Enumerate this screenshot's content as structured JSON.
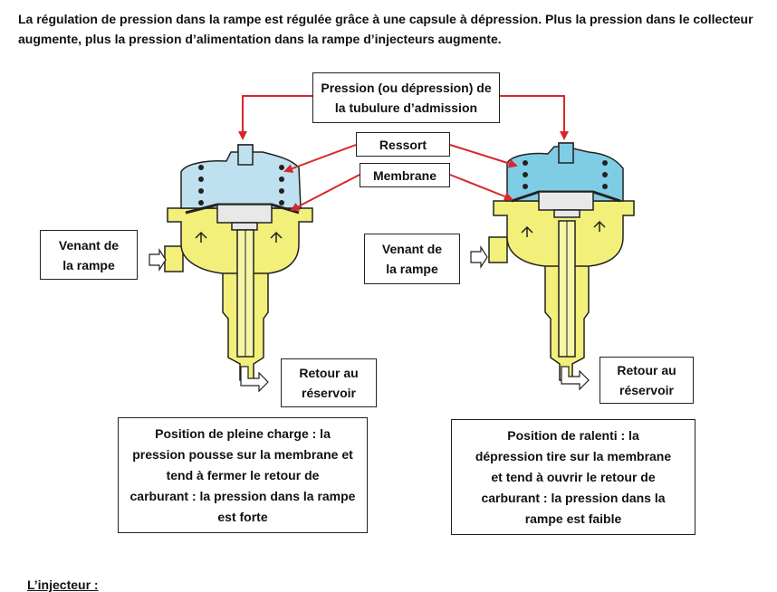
{
  "intro_text": "La régulation de pression dans la rampe est régulée grâce à une capsule à dépression. Plus la pression dans le collecteur augmente, plus la pression d’alimentation dans la rampe d’injecteurs augmente.",
  "labels": {
    "pression": "Pression (ou dépression) de\nla tubulure d’admission",
    "ressort": "Ressort",
    "membrane": "Membrane",
    "venant_left": "Venant de\nla rampe",
    "venant_right": "Venant de\nla rampe",
    "retour_left": "Retour au\nréservoir",
    "retour_right": "Retour au\nréservoir"
  },
  "captions": {
    "left": "Position de pleine charge : la\npression pousse sur la membrane et\ntend à fermer le retour de\ncarburant : la pression dans la rampe\nest forte",
    "right": "Position de ralenti : la\ndépression tire sur la membrane\net tend à ouvrir le retour de\ncarburant : la pression dans la\nrampe est faible"
  },
  "footer_text": "L’injecteur :",
  "colors": {
    "arrow_red": "#d8272b",
    "capsule_top_left": "#bfe1ef",
    "capsule_top_right": "#7fcde4",
    "fuel_yellow": "#f2ef7a",
    "outline": "#222222"
  }
}
